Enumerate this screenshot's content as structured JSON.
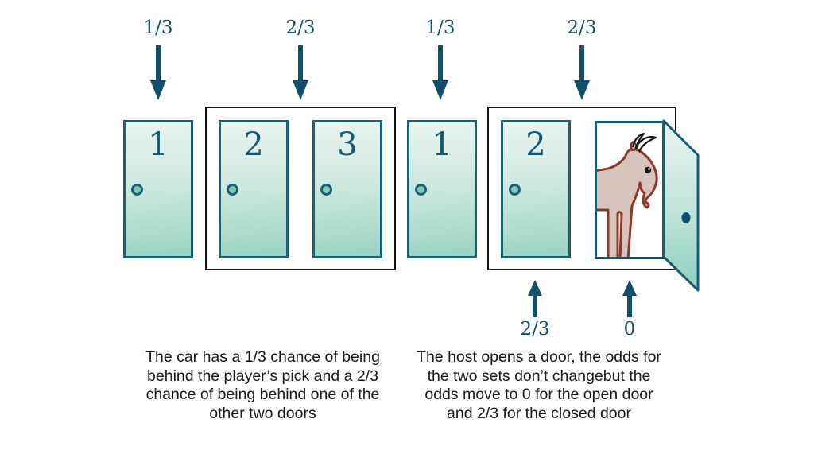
{
  "figure": {
    "title": "Monty Hall problem odds diagram",
    "colors": {
      "accent_teal": "#10506a",
      "door_border": "#1a6175",
      "door_gradient_top": "#e9f5f0",
      "door_gradient_bottom": "#9bd3c2",
      "group_box_border": "#111111",
      "goat_fill": "#d9c4bd",
      "goat_outline": "#8a3a26",
      "caption_text": "#191919"
    },
    "icons": {
      "down_arrow": "down-arrow-icon",
      "up_arrow": "up-arrow-icon",
      "goat": "goat-icon",
      "door_knob": "door-knob-icon",
      "open_door_leaf": "open-door-leaf-icon"
    }
  },
  "stage1": {
    "pick_prob": "1/3",
    "group_prob": "2/3",
    "pick_door": {
      "number": "1"
    },
    "group_doors": [
      {
        "number": "2"
      },
      {
        "number": "3"
      }
    ]
  },
  "stage2": {
    "pick_prob": "1/3",
    "group_prob": "2/3",
    "pick_door": {
      "number": "1"
    },
    "closed_door": {
      "number": "2",
      "prob_after": "2/3"
    },
    "open_door": {
      "content": "goat",
      "prob_after": "0"
    }
  },
  "captions": {
    "left": "The car has a 1/3 chance of being\nbehind the player’s pick and a 2/3\nchance of being behind one of the\nother two doors",
    "right": "The host opens a door, the odds for\nthe two sets don’t changebut the\nodds move to 0 for the open door\nand 2/3 for the closed door"
  }
}
